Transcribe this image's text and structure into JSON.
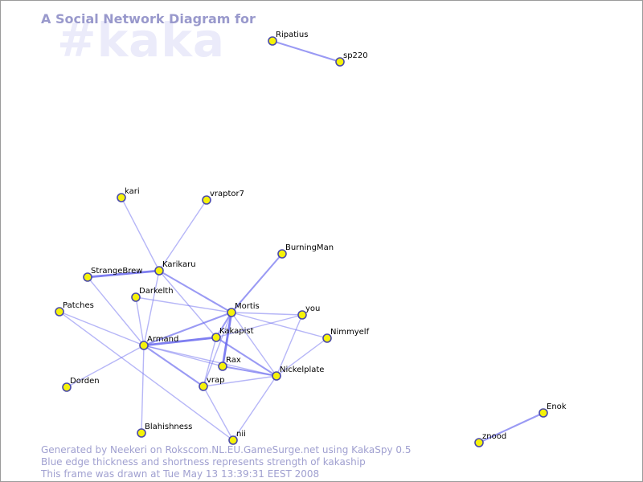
{
  "header": {
    "title": "A Social Network Diagram for",
    "channel": "#kaka"
  },
  "footer": {
    "line1": "Generated by Neekeri on Rokscom.NL.EU.GameSurge.net using KakaSpy 0.5",
    "line2": "Blue edge thickness and shortness represents strength of kakaship",
    "line3": "This frame was drawn at Tue May 13 13:39:31 EEST 2008"
  },
  "colors": {
    "node_fill": "#f5f20a",
    "node_stroke": "#4a4aaa",
    "edge": "#6666ee"
  },
  "graph": {
    "nodes": [
      {
        "id": "Ripatius",
        "label": "Ripatius"
      },
      {
        "id": "sp220",
        "label": "sp220"
      },
      {
        "id": "kari",
        "label": "kari"
      },
      {
        "id": "vraptor7",
        "label": "vraptor7"
      },
      {
        "id": "BurningMan",
        "label": "BurningMan"
      },
      {
        "id": "StrangeBrew",
        "label": "StrangeBrew"
      },
      {
        "id": "Karikaru",
        "label": "Karikaru"
      },
      {
        "id": "Darkelth",
        "label": "Darkelth"
      },
      {
        "id": "Patches",
        "label": "Patches"
      },
      {
        "id": "Mortis",
        "label": "Mortis"
      },
      {
        "id": "you",
        "label": "you"
      },
      {
        "id": "Nimmyelf",
        "label": "Nimmyelf"
      },
      {
        "id": "Kakapist",
        "label": "Kakapist"
      },
      {
        "id": "Armand",
        "label": "Armand"
      },
      {
        "id": "Rax",
        "label": "Rax"
      },
      {
        "id": "Nickelplate",
        "label": "Nickelplate"
      },
      {
        "id": "vrap",
        "label": "vrap"
      },
      {
        "id": "Dorden",
        "label": "Dorden"
      },
      {
        "id": "Blahishness",
        "label": "Blahishness"
      },
      {
        "id": "nii",
        "label": "nii"
      },
      {
        "id": "Enok",
        "label": "Enok"
      },
      {
        "id": "znood",
        "label": "znood"
      }
    ],
    "edges": [
      {
        "source": "Ripatius",
        "target": "sp220",
        "strength": 2
      },
      {
        "source": "Enok",
        "target": "znood",
        "strength": 2
      },
      {
        "source": "kari",
        "target": "Karikaru",
        "strength": 1
      },
      {
        "source": "vraptor7",
        "target": "Karikaru",
        "strength": 1
      },
      {
        "source": "BurningMan",
        "target": "Mortis",
        "strength": 2
      },
      {
        "source": "StrangeBrew",
        "target": "Karikaru",
        "strength": 3
      },
      {
        "source": "StrangeBrew",
        "target": "Armand",
        "strength": 1
      },
      {
        "source": "Karikaru",
        "target": "Mortis",
        "strength": 2
      },
      {
        "source": "Karikaru",
        "target": "Armand",
        "strength": 1
      },
      {
        "source": "Karikaru",
        "target": "Kakapist",
        "strength": 1
      },
      {
        "source": "Patches",
        "target": "Armand",
        "strength": 1
      },
      {
        "source": "Patches",
        "target": "nii",
        "strength": 1
      },
      {
        "source": "Darkelth",
        "target": "Armand",
        "strength": 1
      },
      {
        "source": "Darkelth",
        "target": "Mortis",
        "strength": 1
      },
      {
        "source": "Mortis",
        "target": "Kakapist",
        "strength": 2
      },
      {
        "source": "Mortis",
        "target": "Rax",
        "strength": 3
      },
      {
        "source": "Mortis",
        "target": "Armand",
        "strength": 2
      },
      {
        "source": "Mortis",
        "target": "Nickelplate",
        "strength": 1
      },
      {
        "source": "Mortis",
        "target": "Nimmyelf",
        "strength": 1
      },
      {
        "source": "Mortis",
        "target": "you",
        "strength": 1
      },
      {
        "source": "Mortis",
        "target": "vrap",
        "strength": 1
      },
      {
        "source": "you",
        "target": "Kakapist",
        "strength": 1
      },
      {
        "source": "you",
        "target": "Nickelplate",
        "strength": 1
      },
      {
        "source": "Nimmyelf",
        "target": "Nickelplate",
        "strength": 1
      },
      {
        "source": "Kakapist",
        "target": "Armand",
        "strength": 3
      },
      {
        "source": "Kakapist",
        "target": "Nickelplate",
        "strength": 2
      },
      {
        "source": "Kakapist",
        "target": "vrap",
        "strength": 1
      },
      {
        "source": "Armand",
        "target": "Rax",
        "strength": 1
      },
      {
        "source": "Armand",
        "target": "vrap",
        "strength": 2
      },
      {
        "source": "Armand",
        "target": "Dorden",
        "strength": 1
      },
      {
        "source": "Armand",
        "target": "Blahishness",
        "strength": 1
      },
      {
        "source": "Armand",
        "target": "Nickelplate",
        "strength": 1
      },
      {
        "source": "Rax",
        "target": "Nickelplate",
        "strength": 2
      },
      {
        "source": "vrap",
        "target": "Nickelplate",
        "strength": 1
      },
      {
        "source": "vrap",
        "target": "nii",
        "strength": 1
      },
      {
        "source": "Nickelplate",
        "target": "nii",
        "strength": 1
      }
    ]
  }
}
